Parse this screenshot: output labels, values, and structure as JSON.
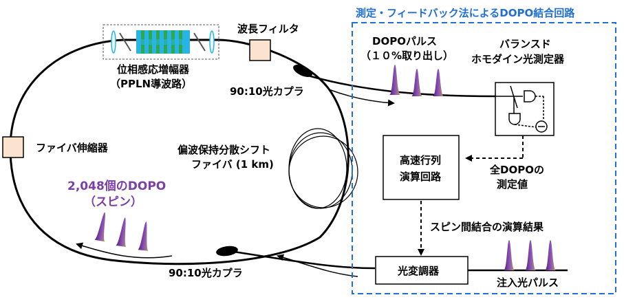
{
  "title": "測定・フィードバック法によるDOPO結合回路",
  "labels": {
    "wavelength_filter": "波長フィルタ",
    "amplifier_line1": "位相感応増幅器",
    "amplifier_line2": "（PPLN導波路）",
    "coupler_top": "90:10光カプラ",
    "coupler_bottom": "90:10光カプラ",
    "fiber_stretcher": "ファイバ伸縮器",
    "fiber_line1": "偏波保持分散シフト",
    "fiber_line2": "ファイバ (1 km)",
    "dopo_pulse_line1": "DOPOパルス",
    "dopo_pulse_line2": "（１０%取り出し）",
    "detector_line1": "バランスド",
    "detector_line2": "ホモダイン光測定器",
    "processor_line1": "高速行列",
    "processor_line2": "演算回路",
    "measured_line1": "全DOPOの",
    "measured_line2": "測定値",
    "coupling_result": "スピン間結合の演算結果",
    "modulator": "光変調器",
    "injection": "注入光パルス",
    "dopo_count_line1": "2,048個のDOPO",
    "dopo_count_line2": "（スピン）"
  },
  "colors": {
    "accent_blue": "#1f6fd6",
    "pulse_purple": "#6b2d91",
    "stretcher_fill": "#fbe3cf",
    "pplн_cyan": "#28b4e6",
    "ppln_green": "#2ea84a",
    "count_purple": "#7b3fa8"
  }
}
